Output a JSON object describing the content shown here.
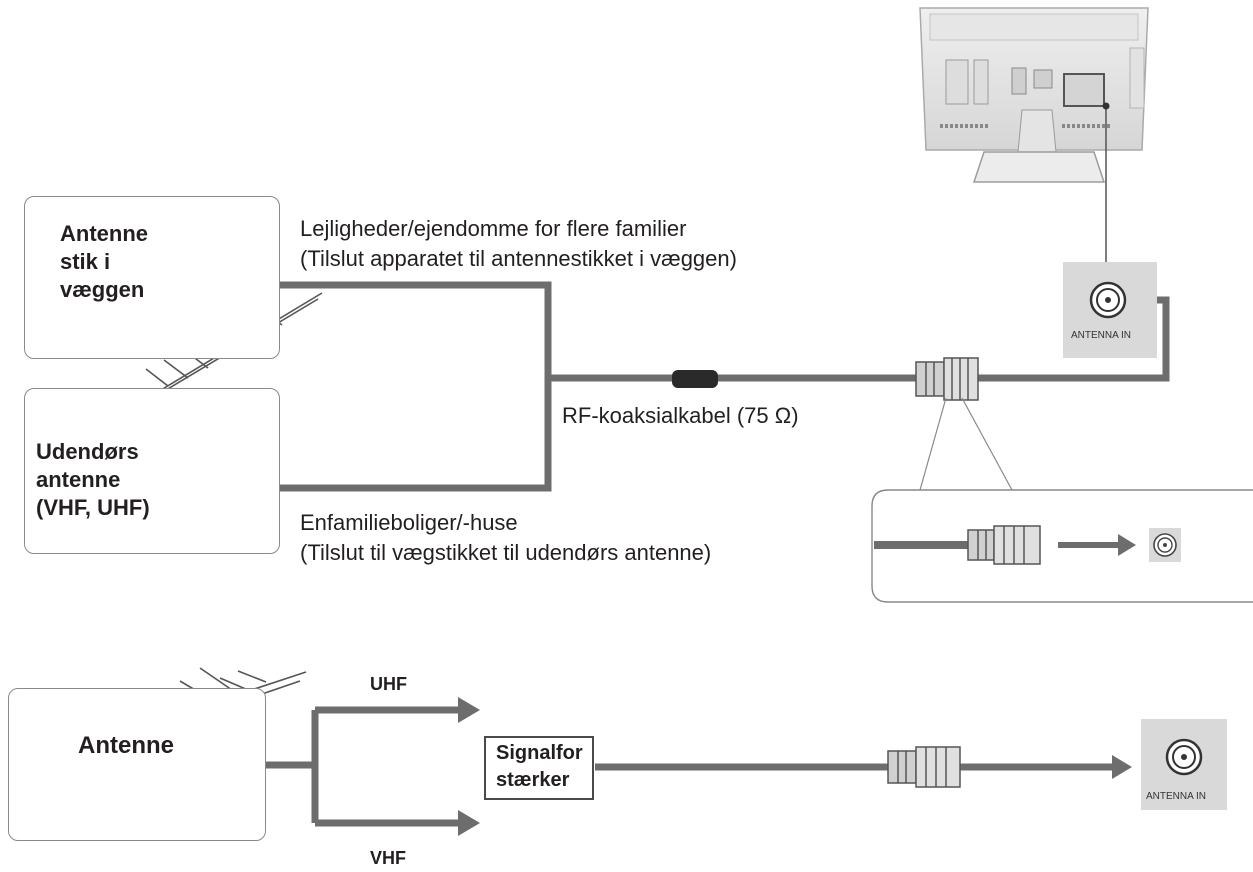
{
  "wall_socket_label": [
    "Antenne",
    "stik i",
    "væggen"
  ],
  "outdoor_antenna_label": [
    "Udendørs",
    "antenne",
    "(VHF, UHF)"
  ],
  "apartments_caption": [
    "Lejligheder/ejendomme for flere familier",
    "(Tilslut apparatet til antennestikket i væggen)"
  ],
  "cable_caption": "RF-koaksialkabel (75 Ω)",
  "houses_caption": [
    "Enfamilieboliger/-huse",
    "(Tilslut til vægstikket til udendørs antenne)"
  ],
  "antenna_in_label": "ANTENNA IN",
  "bottom_antenna_label": "Antenne",
  "uhf_label": "UHF",
  "vhf_label": "VHF",
  "amplifier_label": [
    "Signalfor",
    "stærker"
  ],
  "bottom_antenna_in_label": "ANTENNA IN",
  "colors": {
    "cable": "#6d6d6d",
    "box_border": "#8a8a8a",
    "port_bg": "#d9d9d9"
  }
}
